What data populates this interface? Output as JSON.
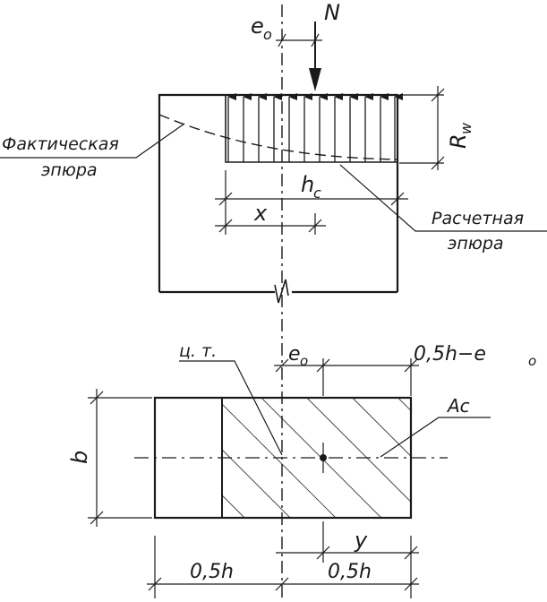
{
  "labels": {
    "N": "N",
    "e0_top": "e",
    "e0_top_sub": "o",
    "Rw": "R",
    "Rw_sub": "w",
    "hc": "h",
    "hc_sub": "c",
    "x": "x",
    "actual_epure_line1": "Фактическая",
    "actual_epure_line2": "эпюра",
    "design_epure_line1": "Расчетная",
    "design_epure_line2": "эпюра",
    "centroid": "ц. т.",
    "e0_bottom": "e",
    "e0_bottom_sub": "o",
    "half_h_minus_e0": "0,5h−e",
    "half_h_minus_e0_sub": "o",
    "Ac": "Ac",
    "b": "b",
    "y": "y",
    "half_h_left": "0,5h",
    "half_h_right": "0,5h"
  }
}
